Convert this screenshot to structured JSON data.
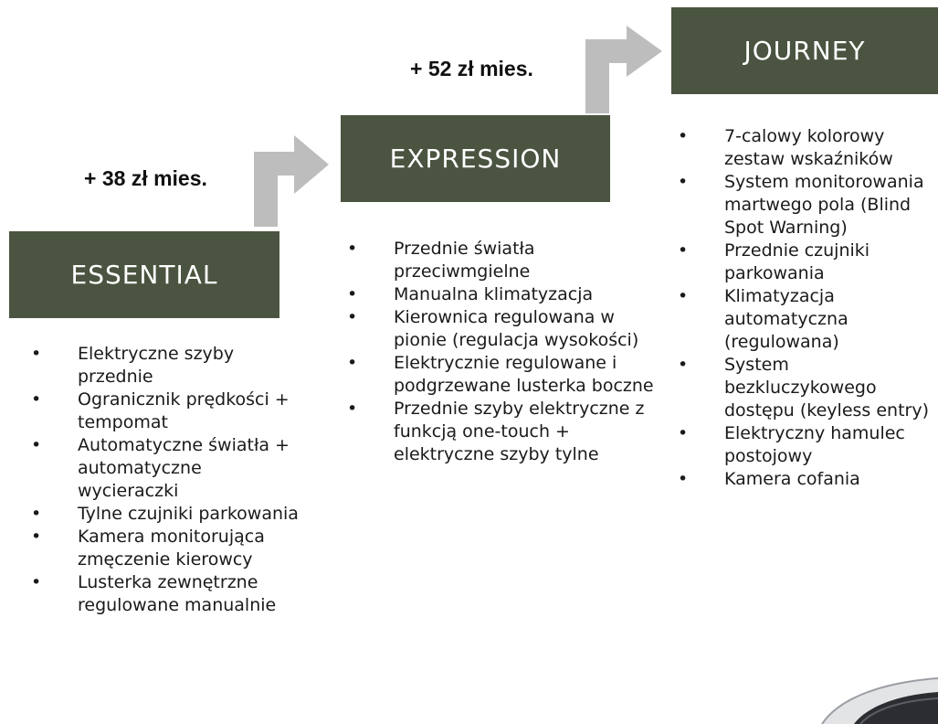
{
  "colors": {
    "tier_box": "#4a5440",
    "arrow": "#bdbdbd"
  },
  "tiers": {
    "essential": {
      "name": "ESSENTIAL",
      "features": [
        "Elektryczne szyby przednie",
        "Ogranicznik prędkości + tempomat",
        "Automatyczne światła + automatyczne wycieraczki",
        "Tylne czujniki parkowania",
        "Kamera monitorująca zmęczenie kierowcy",
        "Lusterka zewnętrzne regulowane manualnie"
      ]
    },
    "expression": {
      "name": "EXPRESSION",
      "price_step": "+ 38 zł mies.",
      "features": [
        "Przednie światła przeciwmgielne",
        "Manualna klimatyzacja",
        "Kierownica regulowana w pionie (regulacja wysokości)",
        "Elektrycznie regulowane i podgrzewane lusterka boczne",
        "Przednie szyby elektryczne z funkcją one-touch + elektryczne szyby tylne"
      ]
    },
    "journey": {
      "name": "JOURNEY",
      "price_step": "+ 52 zł mies.",
      "features": [
        "7-calowy kolorowy zestaw wskaźników",
        "System monitorowania martwego pola (Blind Spot Warning)",
        "Przednie czujniki parkowania",
        "Klimatyzacja automatyczna (regulowana)",
        "System bezkluczykowego dostępu (keyless entry)",
        "Elektryczny hamulec postojowy",
        "Kamera cofania"
      ]
    }
  }
}
